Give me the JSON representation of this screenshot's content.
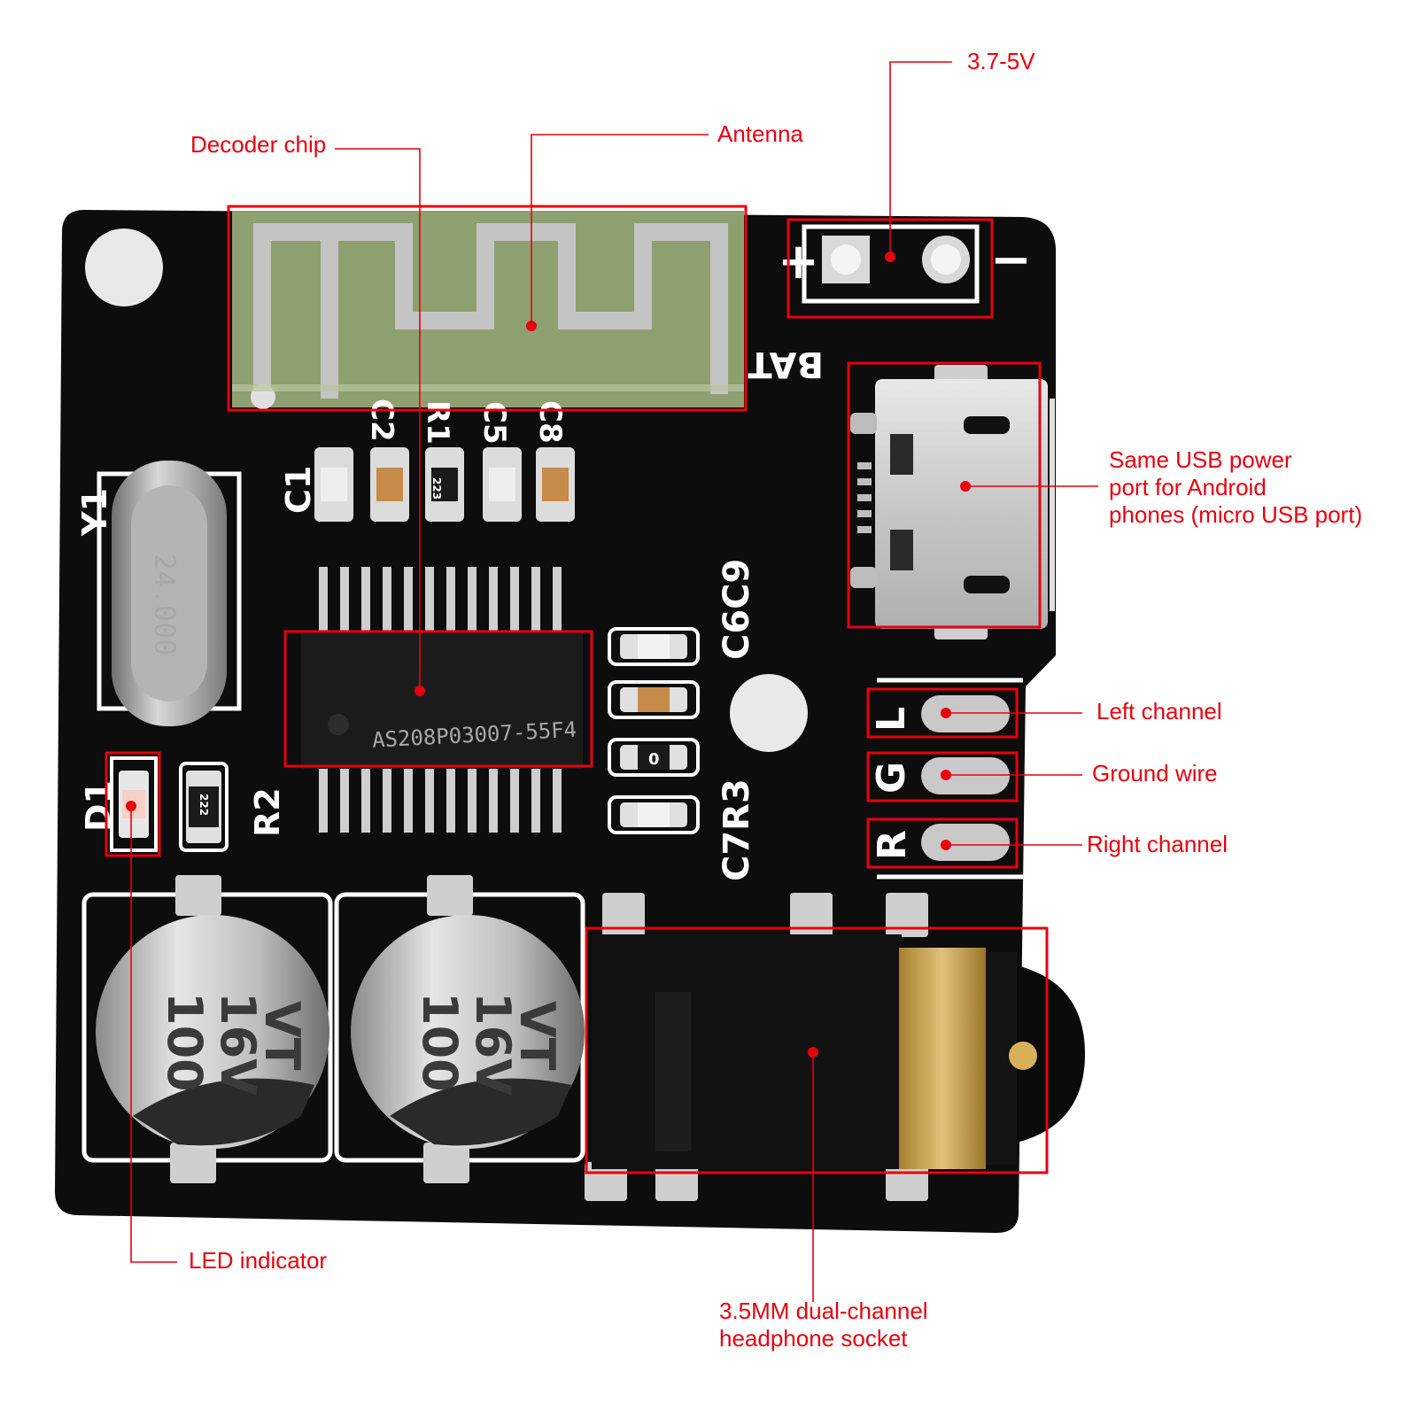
{
  "colors": {
    "callout": "#e8000f",
    "board": "#0d0d0d",
    "silkscreen": "#ffffff",
    "antenna_pcb": "#8fa070",
    "metal": "#c9c9c9",
    "gold": "#c9a24a"
  },
  "callouts": {
    "battery_voltage": "3.7-5V",
    "decoder_chip": "Decoder chip",
    "antenna": "Antenna",
    "usb_line1": "Same USB power",
    "usb_line2": "port for Android",
    "usb_line3": "phones (micro USB port)",
    "left_channel": "Left channel",
    "ground_wire": "Ground wire",
    "right_channel": "Right channel",
    "led_indicator": "LED indicator",
    "socket_line1": "3.5MM dual-channel",
    "socket_line2": "headphone socket"
  },
  "board_labels": {
    "bat": "BAT",
    "plus": "+",
    "minus": "−",
    "c1": "C1",
    "c2": "C2",
    "r1": "R1",
    "c5": "C5",
    "c8": "C8",
    "y1": "Y1",
    "crystal_value": "24.000",
    "chip_marking": "AS208P03007-55F4",
    "c6c9": "C6C9",
    "c7r3": "C7R3",
    "d1": "D1",
    "r2": "R2",
    "r1_code": "223",
    "r2_code": "222",
    "r3_code": "0",
    "pad_l": "L",
    "pad_g": "G",
    "pad_r": "R",
    "cap1_line1": "100",
    "cap1_line2": "16V",
    "cap1_line3": "VT",
    "cap2_line1": "100",
    "cap2_line2": "16V",
    "cap2_line3": "VT"
  }
}
